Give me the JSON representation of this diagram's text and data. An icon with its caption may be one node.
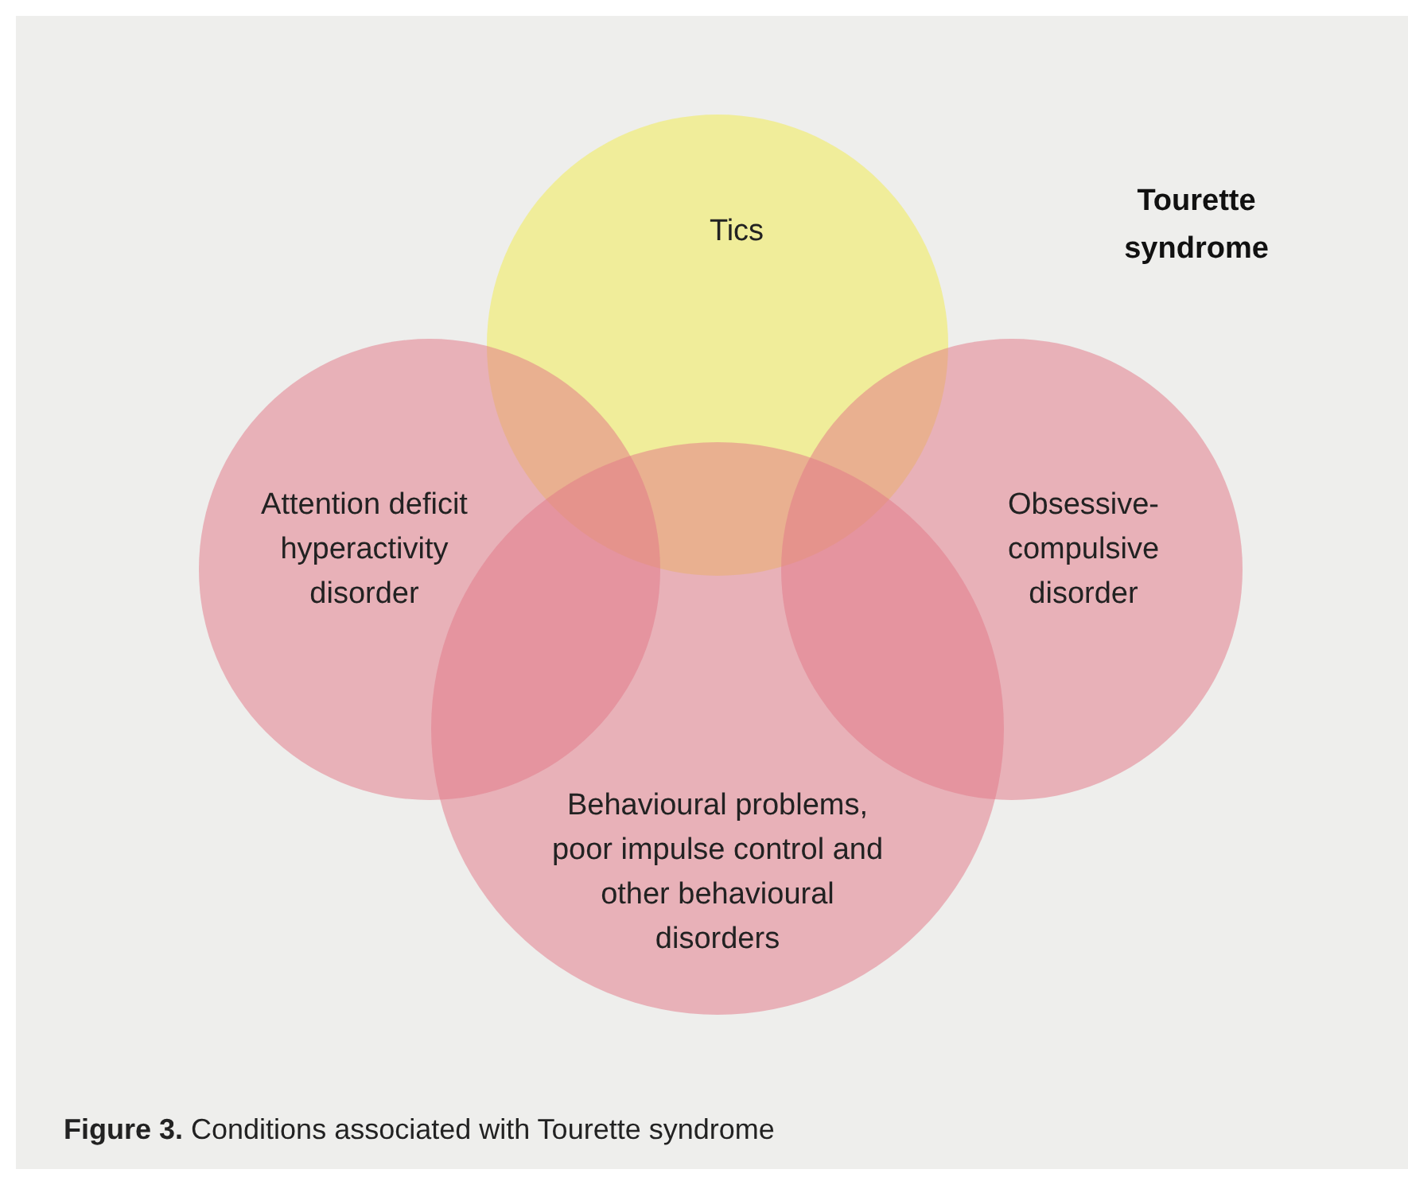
{
  "diagram": {
    "title": "Tourette syndrome",
    "caption": "**Figure 3.** Conditions associated with Tourette syndrome",
    "nodes": [
      {
        "text": [
          "Tics"
        ]
      },
      {
        "text": [
          "Attention deficit hyperactivity disorder"
        ]
      },
      {
        "text": [
          "Obsessive-compulsive disorder"
        ]
      },
      {
        "text": [
          "Behavioural problems, poor impulse control and other behavioural disorders"
        ]
      }
    ]
  }
}
